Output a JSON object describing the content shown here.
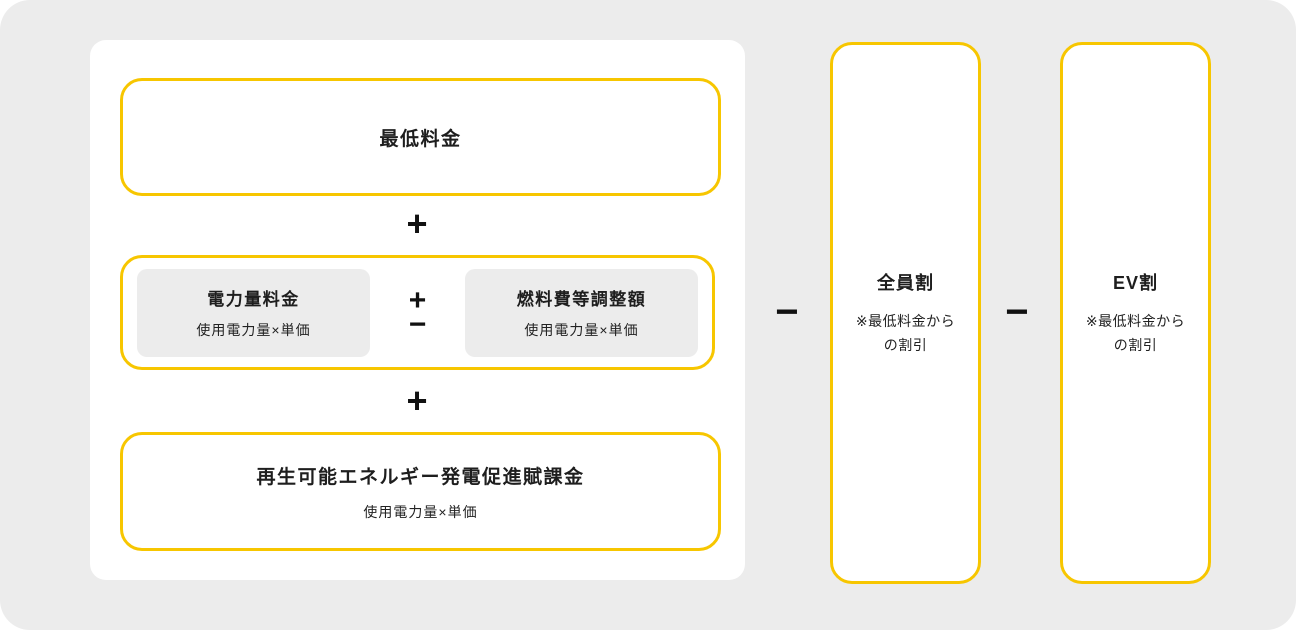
{
  "colors": {
    "accent": "#F7C600",
    "background": "#ECECEC",
    "panel": "#FFFFFF",
    "inner_box": "#ECECEC",
    "text": "#222222"
  },
  "formula_panel": {
    "minimum_charge": {
      "title": "最低料金"
    },
    "operator_plus_1": "+",
    "usage_group": {
      "energy_charge": {
        "title": "電力量料金",
        "subtitle": "使用電力量×単価"
      },
      "operator_plus": "+",
      "operator_minus": "−",
      "fuel_adjustment": {
        "title": "燃料費等調整額",
        "subtitle": "使用電力量×単価"
      }
    },
    "operator_plus_2": "+",
    "renewable_levy": {
      "title": "再生可能エネルギー発電促進賦課金",
      "subtitle": "使用電力量×単価"
    }
  },
  "operator_minus_1": "−",
  "zenin_discount": {
    "title": "全員割",
    "note_line_1": "※最低料金から",
    "note_line_2": "の割引"
  },
  "operator_minus_2": "−",
  "ev_discount": {
    "title": "EV割",
    "note_line_1": "※最低料金から",
    "note_line_2": "の割引"
  }
}
